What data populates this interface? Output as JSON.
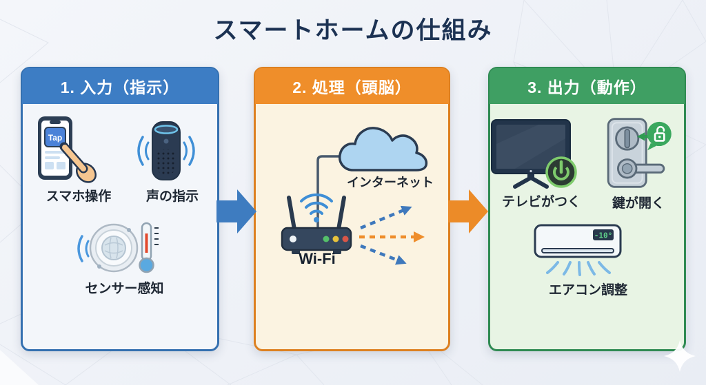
{
  "title": "スマートホームの仕組み",
  "panels": {
    "input": {
      "header": "1. 入力（指示）",
      "items": {
        "smartphone": "スマホ操作",
        "voice": "声の指示",
        "sensor": "センサー感知"
      },
      "phone_button_label": "Tap"
    },
    "process": {
      "header": "2. 処理（頭脳）",
      "items": {
        "internet": "インターネット",
        "wifi": "Wi-Fi"
      }
    },
    "output": {
      "header": "3. 出力（動作）",
      "items": {
        "tv": "テレビがつく",
        "lock": "鍵が開く",
        "ac": "エアコン調整"
      },
      "ac_display": "-10°"
    }
  },
  "colors": {
    "input_accent": "#3d7dc4",
    "process_accent": "#ef8e2a",
    "output_accent": "#3f9f63",
    "flow_arrow_blue": "#3e7cc0",
    "flow_arrow_orange": "#ec8b28",
    "title_text": "#1c3253"
  }
}
